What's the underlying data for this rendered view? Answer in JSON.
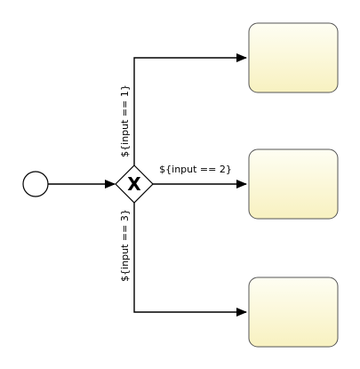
{
  "diagram": {
    "type": "bpmn-process",
    "colors": {
      "stroke": "#000000",
      "task_fill_top": "#fefef3",
      "task_fill_bottom": "#f8f1c0",
      "task_stroke": "#555555",
      "background": "#ffffff"
    },
    "start_event": {
      "icon": "start-event-circle-icon"
    },
    "gateway": {
      "kind": "exclusive",
      "marker": "X",
      "icon": "exclusive-gateway-icon"
    },
    "flows": [
      {
        "condition": "${input == 1}",
        "target": "task-1"
      },
      {
        "condition": "${input == 2}",
        "target": "task-2"
      },
      {
        "condition": "${input == 3}",
        "target": "task-3"
      }
    ],
    "tasks": [
      {
        "id": "task-1",
        "label": ""
      },
      {
        "id": "task-2",
        "label": ""
      },
      {
        "id": "task-3",
        "label": ""
      }
    ]
  }
}
